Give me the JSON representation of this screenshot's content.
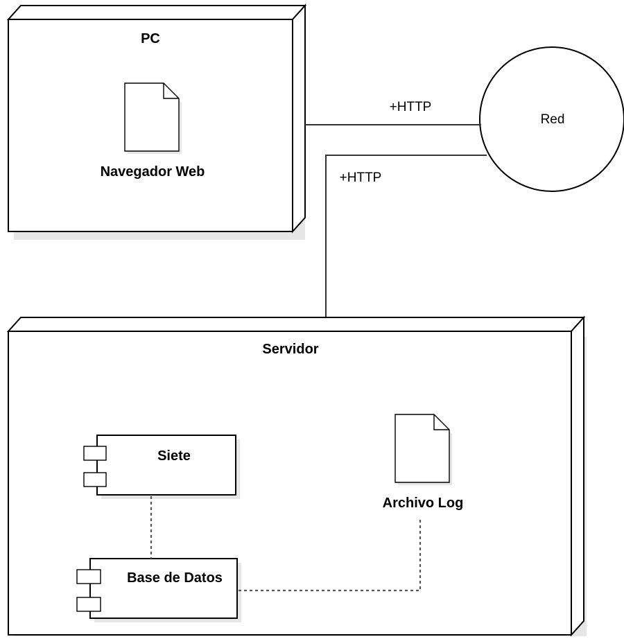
{
  "nodes": {
    "pc": {
      "title": "PC",
      "artifact": "Navegador Web"
    },
    "servidor": {
      "title": "Servidor",
      "components": {
        "siete": "Siete",
        "base_de_datos": "Base de Datos"
      },
      "artifact": "Archivo Log"
    },
    "red": {
      "label": "Red"
    }
  },
  "connections": {
    "pc_red": "+HTTP",
    "servidor_red": "+HTTP"
  }
}
